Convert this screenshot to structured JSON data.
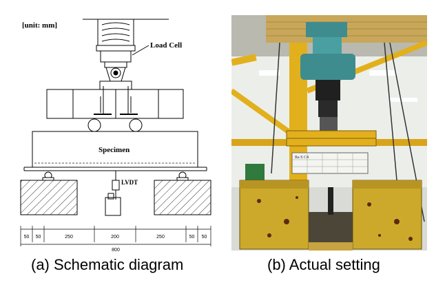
{
  "schematic": {
    "unit_label": "[unit:  mm]",
    "load_cell_label": "Load Cell",
    "specimen_label": "Specimen",
    "lvdt_label": "LVDT",
    "dimensions": [
      "50",
      "50",
      "250",
      "200",
      "250",
      "50",
      "50"
    ],
    "total_dimension": "800"
  },
  "photo": {
    "plate_text": "Ra  S  C4"
  },
  "captions": {
    "a": "(a)  Schematic diagram",
    "b": "(b)  Actual setting"
  },
  "colors": {
    "steel_yellow": "#e2b01c",
    "actuator_teal": "#3f8c8e",
    "support_yellow": "#cca92a",
    "frame_gray": "#c8a75a"
  }
}
